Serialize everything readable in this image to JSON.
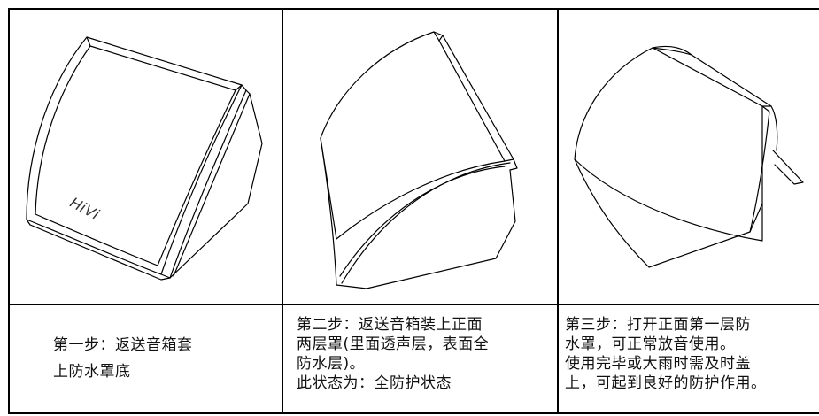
{
  "steps": [
    {
      "caption": "第一步：返送音箱套\n上防水罩底",
      "brand": "HiVi"
    },
    {
      "caption": "第二步：返送音箱装上正面\n两层罩(里面透声层，表面全\n防水层)。\n此状态为：全防护状态"
    },
    {
      "caption": "第三步：打开正面第一层防\n水罩，可正常放音使用。\n使用完毕或大雨时需及时盖\n上，可起到良好的防护作用。"
    }
  ]
}
